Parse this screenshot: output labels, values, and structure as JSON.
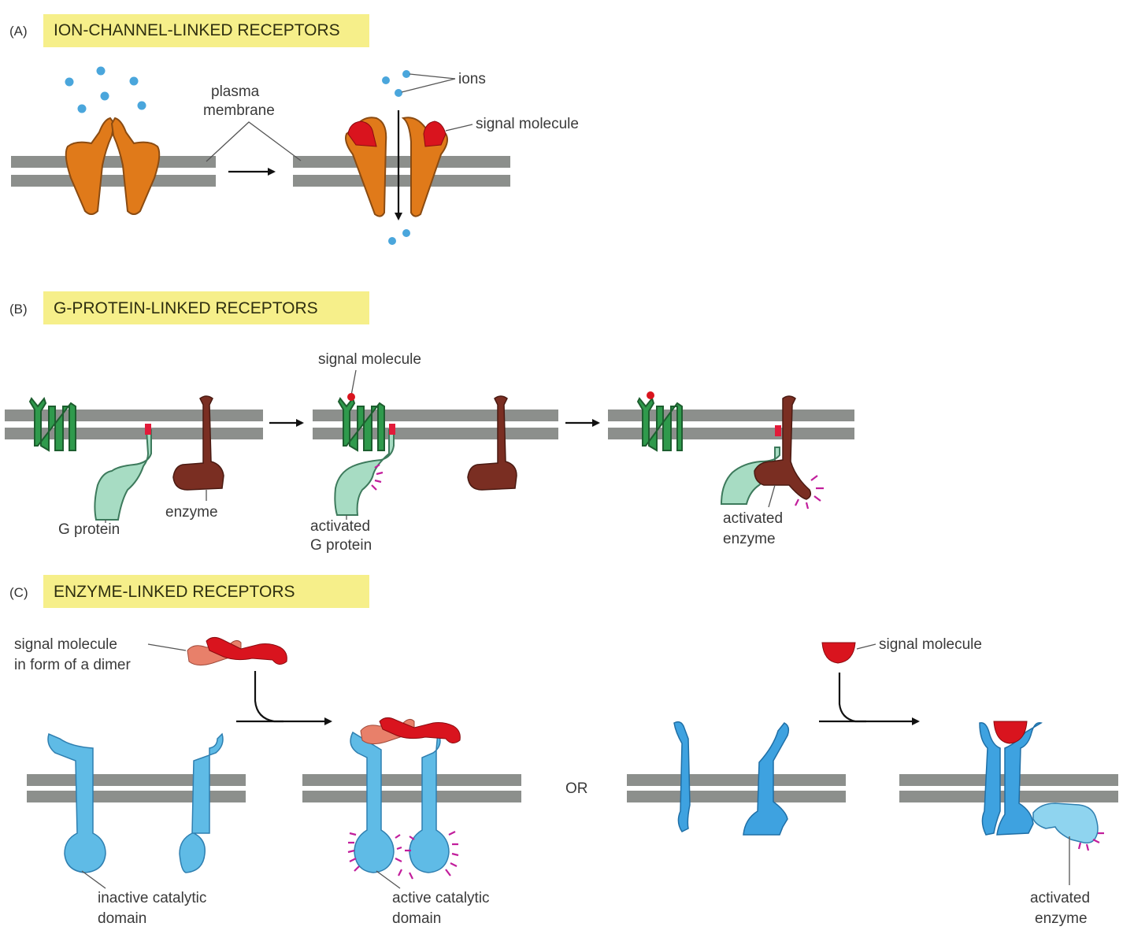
{
  "panels": {
    "a": {
      "letter": "(A)",
      "title": "ION-CHANNEL-LINKED  RECEPTORS",
      "labels": {
        "plasma_membrane_line1": "plasma",
        "plasma_membrane_line2": "membrane",
        "ions": "ions",
        "signal_molecule": "signal molecule"
      }
    },
    "b": {
      "letter": "(B)",
      "title": "G-PROTEIN-LINKED  RECEPTORS",
      "labels": {
        "signal_molecule": "signal molecule",
        "g_protein": "G protein",
        "enzyme": "enzyme",
        "activated_g_protein_line1": "activated",
        "activated_g_protein_line2": "G protein",
        "activated_enzyme_line1": "activated",
        "activated_enzyme_line2": "enzyme"
      }
    },
    "c": {
      "letter": "(C)",
      "title": "ENZYME-LINKED  RECEPTORS",
      "labels": {
        "dimer_line1": "signal molecule",
        "dimer_line2": "in form of a dimer",
        "signal_molecule": "signal molecule",
        "or": "OR",
        "inactive_line1": "inactive catalytic",
        "inactive_line2": "domain",
        "active_line1": "active catalytic",
        "active_line2": "domain",
        "activated_enzyme_line1": "activated",
        "activated_enzyme_line2": "enzyme"
      }
    }
  },
  "colors": {
    "header_highlight": "#f6ef8a",
    "membrane": "#8c8f8c",
    "ion": "#4aa6dc",
    "ion_channel": "#e07a1a",
    "signal": "#d9141e",
    "gpcr": "#2f9a4c",
    "g_protein": "#a7dcc3",
    "enzyme": "#7a2e22",
    "enzyme_linked_receptor": "#5fbbe6",
    "activation_glow": "#c21e9c"
  }
}
